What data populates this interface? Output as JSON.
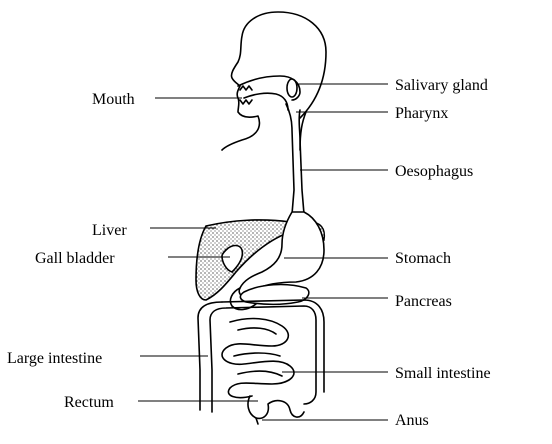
{
  "diagram": {
    "labels": {
      "mouth": "Mouth",
      "liver": "Liver",
      "gall_bladder": "Gall bladder",
      "large_intestine": "Large intestine",
      "rectum": "Rectum",
      "salivary_gland": "Salivary gland",
      "pharynx": "Pharynx",
      "oesophagus": "Oesophagus",
      "stomach": "Stomach",
      "pancreas": "Pancreas",
      "small_intestine": "Small intestine",
      "anus": "Anus"
    }
  }
}
